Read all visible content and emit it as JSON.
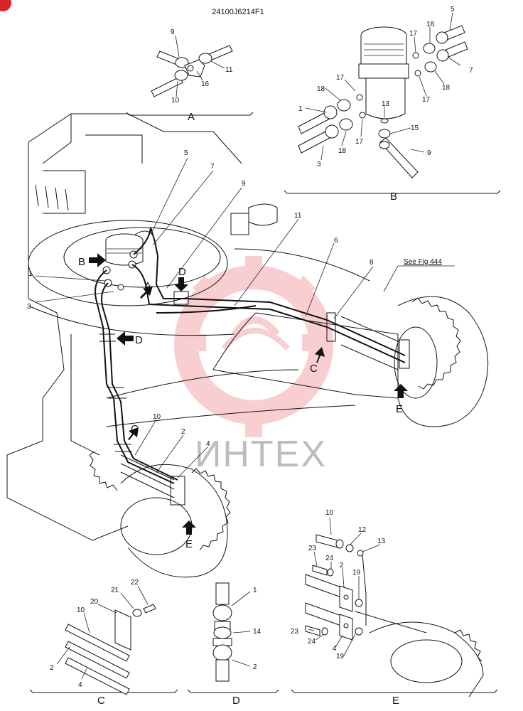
{
  "diagram": {
    "doc_id": "24100J6214F1",
    "see_fig": "See Fig 444",
    "watermark": "ИНТЕХ",
    "views": {
      "A": "A",
      "B": "B",
      "C": "C",
      "D": "D",
      "E": "E"
    },
    "callouts": {
      "n1": "1",
      "n2": "2",
      "n3": "3",
      "n4": "4",
      "n5": "5",
      "n6": "6",
      "n7": "7",
      "n8": "8",
      "n9": "9",
      "n10": "10",
      "n11": "11",
      "n12": "12",
      "n13": "13",
      "n14": "14",
      "n15": "15",
      "n16": "16",
      "n17": "17",
      "n18": "18",
      "n19": "19",
      "n20": "20",
      "n21": "21",
      "n22": "22",
      "n23": "23",
      "n24": "24"
    },
    "colors": {
      "line": "#111111",
      "watermark_gear": "#f3a7ac",
      "watermark_text": "#bdbdbd"
    }
  }
}
